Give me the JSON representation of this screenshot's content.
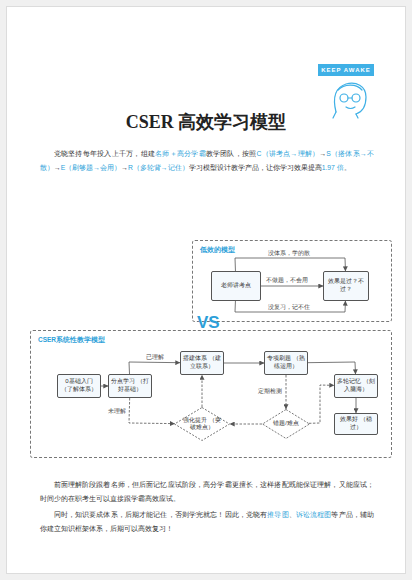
{
  "diagram": {
    "title": "CSER 高效学习模型",
    "nodes": [
      {
        "text": [
          "低效的模型"
        ]
      },
      {
        "text": [
          "老师讲考点"
        ],
        "in": 0
      },
      {
        "text": [
          "效果是过？不过？"
        ],
        "in": 0
      },
      {
        "text": [
          "CSER系统性教学模型"
        ]
      },
      {
        "text": [
          "0基础入门 （了解体系）"
        ],
        "in": 3
      },
      {
        "text": [
          "分点学习 （打好基础）"
        ],
        "in": 3
      },
      {
        "text": [
          "搭建体系 （建立联系）"
        ],
        "in": 3
      },
      {
        "text": [
          "专项刷题 （熟练运用）"
        ],
        "in": 3
      },
      {
        "text": [
          "多轮记忆 （刻入脑海）"
        ],
        "in": 3
      },
      {
        "text": [
          "强化提升 （突破难点）"
        ],
        "in": 3
      },
      {
        "text": [
          "错题/难点"
        ],
        "in": 3
      },
      {
        "text": [
          "效果好 （稳过）"
        ],
        "in": 3
      }
    ],
    "edges": [
      {
        "from": 1,
        "to": 2,
        "arrow": "to",
        "label": "没体系，学的散"
      },
      {
        "from": 1,
        "to": 2,
        "arrow": "to",
        "label": "不做题，不会用"
      },
      {
        "from": 1,
        "to": 2,
        "arrow": "to",
        "label": "没复习，记不住"
      },
      {
        "from": 4,
        "to": 5,
        "arrow": "to"
      },
      {
        "from": 5,
        "to": 6,
        "arrow": "to",
        "label": "已理解"
      },
      {
        "from": 5,
        "to": 9,
        "arrow": "to",
        "label": "未理解"
      },
      {
        "from": 9,
        "to": 6,
        "arrow": "to"
      },
      {
        "from": 6,
        "to": 7,
        "arrow": "to"
      },
      {
        "from": 7,
        "to": 8,
        "arrow": "to"
      },
      {
        "from": 8,
        "to": 11,
        "arrow": "to"
      },
      {
        "from": 7,
        "to": 10,
        "arrow": "to",
        "label": "定期检测"
      },
      {
        "from": 10,
        "to": 9,
        "arrow": "to"
      },
      {
        "from": 10,
        "to": 8,
        "arrow": "to"
      }
    ],
    "labels": [
      "KEEP AWAKE",
      "党晓坚持每年投入上千万，组建",
      "名师＋高分学霸",
      "教学团队，按照",
      "C（讲考点→理解）",
      "→",
      "S（搭体系→不散）",
      "→",
      "E（刷够题→会用）",
      "→",
      "R（多轮背→记住）",
      "学习模型设计教学产品，让你学习效果提高",
      "1.97 倍",
      "。",
      "VS",
      "前面理解阶段跟着名师，但后面记忆应试阶段，高分学霸更擅长，这样搭配既能保证理解，又能应试；时间少的在职考生可以直接跟学霸高效应试。",
      "同时，知识要成体系，后期才能记住，否则学完就忘！因此，党晓有",
      "推导图",
      "、",
      "诉讼流程图",
      "等产品，辅助你建立知识框架体系，后期可以高效复习！"
    ]
  }
}
